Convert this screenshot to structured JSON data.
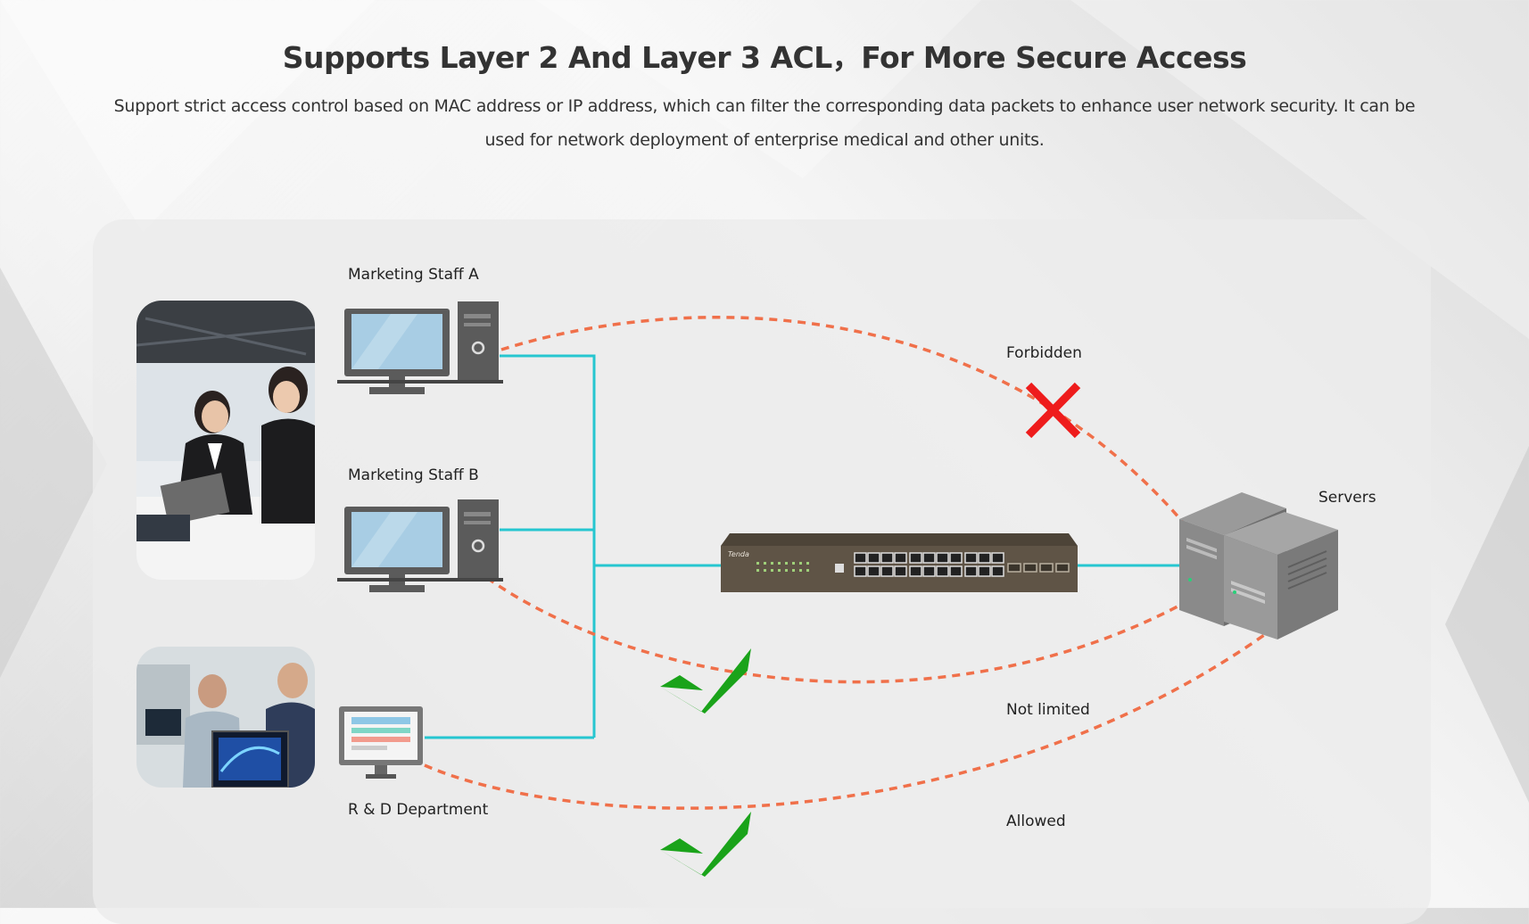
{
  "header": {
    "title": "Supports Layer 2 And Layer 3 ACL，For More Secure Access",
    "subtitle": "Support strict access control based on MAC address or IP address, which can filter the corresponding data packets to enhance user network security. It can be used for network deployment of enterprise medical and other units."
  },
  "diagram": {
    "nodes": {
      "staff_a": "Marketing Staff A",
      "staff_b": "Marketing Staff B",
      "rnd": "R & D Department",
      "servers": "Servers",
      "switch_brand": "Tenda"
    },
    "paths": {
      "forbidden": "Forbidden",
      "not_limited": "Not limited",
      "allowed": "Allowed"
    },
    "colors": {
      "link": "#26c6d0",
      "path": "#f0704a",
      "forbidden_mark": "#ee1c1c",
      "allowed_mark": "#1aa31a"
    }
  }
}
